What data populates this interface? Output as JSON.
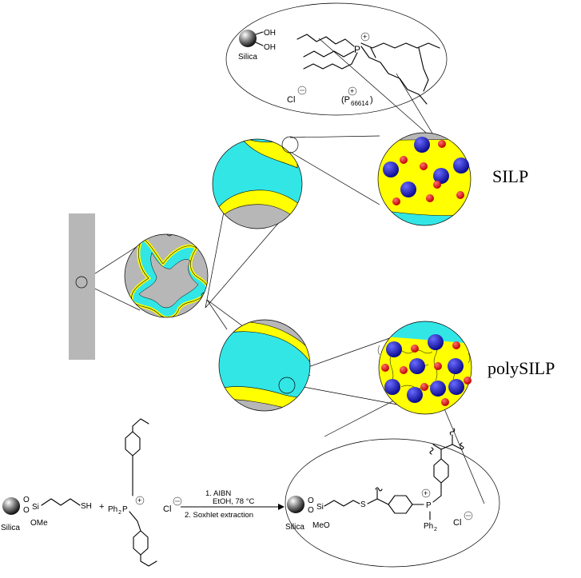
{
  "labels": {
    "silp": "SILP",
    "polysilp": "polySILP"
  },
  "top_molecule": {
    "support_label": "Silica",
    "oh_1": "OH",
    "oh_2": "OH",
    "phosphorus": "P",
    "counter_ion": "Cl",
    "cation_name": "(P",
    "cation_subscript": "66614",
    "cation_close": ")"
  },
  "bottom_reaction": {
    "support_label": "Silica",
    "si": "Si",
    "o1": "O",
    "o2": "O",
    "ome": "OMe",
    "sh": "SH",
    "plus": "+",
    "ph2p": "Ph",
    "ph2p_sub": "2",
    "ph2p_p": "P",
    "chloride": "Cl",
    "condition_1": "1. AIBN",
    "condition_1b": "EtOH, 78 °C",
    "condition_2": "2. Soxhlet extraction",
    "product_support_label": "Silica",
    "product_si": "Si",
    "product_meo": "MeO",
    "product_s": "S",
    "product_p": "P",
    "product_ph": "Ph",
    "product_ph_sub": "2",
    "product_cl": "Cl"
  },
  "colors": {
    "silica_gray": "#b7b7b7",
    "il_yellow": "#ffff00",
    "pore_cyan": "#33e6e6",
    "cation_blue": "#1010c0",
    "anion_red": "#e01010"
  }
}
